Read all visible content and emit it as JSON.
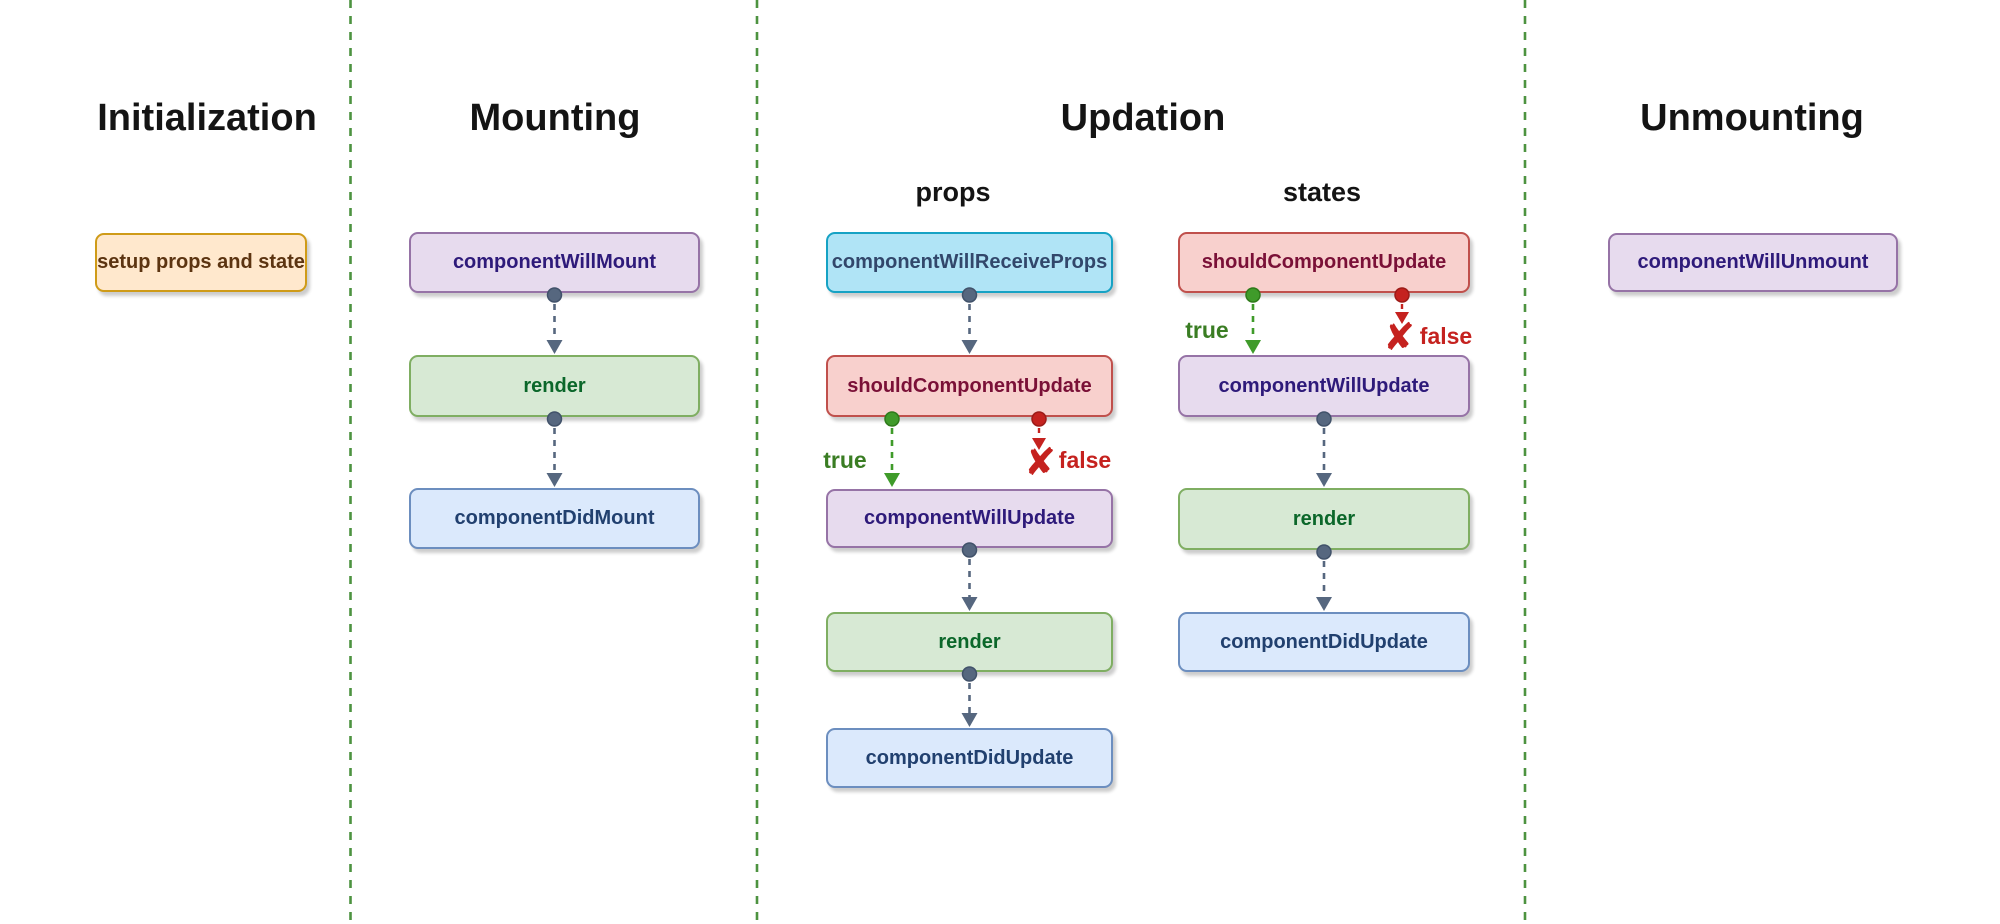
{
  "diagram": "React component lifecycle",
  "columns": [
    {
      "title": "Initialization",
      "boxes": [
        {
          "label": "setup props and state",
          "style": "orange"
        }
      ]
    },
    {
      "title": "Mounting",
      "boxes": [
        {
          "label": "componentWillMount",
          "style": "purple"
        },
        {
          "label": "render",
          "style": "green"
        },
        {
          "label": "componentDidMount",
          "style": "blue"
        }
      ]
    },
    {
      "title": "Updation",
      "subcolumns": [
        {
          "header": "props",
          "boxes": [
            {
              "label": "componentWillReceiveProps",
              "style": "cyan"
            },
            {
              "label": "shouldComponentUpdate",
              "style": "red"
            },
            {
              "label": "componentWillUpdate",
              "style": "purple"
            },
            {
              "label": "render",
              "style": "green"
            },
            {
              "label": "componentDidUpdate",
              "style": "blue"
            }
          ]
        },
        {
          "header": "states",
          "boxes": [
            {
              "label": "shouldComponentUpdate",
              "style": "red"
            },
            {
              "label": "componentWillUpdate",
              "style": "purple"
            },
            {
              "label": "render",
              "style": "green"
            },
            {
              "label": "componentDidUpdate",
              "style": "blue"
            }
          ]
        }
      ]
    },
    {
      "title": "Unmounting",
      "boxes": [
        {
          "label": "componentWillUnmount",
          "style": "purple"
        }
      ]
    }
  ],
  "branch_labels": {
    "true": "true",
    "false": "false"
  },
  "icons": {
    "false_marker_name": "x-cross-icon",
    "false_marker_glyph": "✘"
  },
  "colors": {
    "background": "#ffffff",
    "divider_green": "#4d9340",
    "title_text": "#141414",
    "connector_gray": "#56677f",
    "branch_true_green": "#3f9b2a",
    "branch_true_text": "#3a7d23",
    "branch_false_red": "#c5221f",
    "node_styles": {
      "orange": {
        "fill": "#ffe8cd",
        "border": "#cf9b18",
        "text": "#5c3411"
      },
      "purple": {
        "fill": "#e7dbee",
        "border": "#9673a6",
        "text": "#2e1a7a"
      },
      "green": {
        "fill": "#d7e9d4",
        "border": "#7fae62",
        "text": "#0b672a"
      },
      "blue": {
        "fill": "#dbe9fc",
        "border": "#6c8ebf",
        "text": "#21406f"
      },
      "cyan": {
        "fill": "#b0e4f6",
        "border": "#16a2c4",
        "text": "#32476b"
      },
      "red": {
        "fill": "#f8d0cd",
        "border": "#c0504c",
        "text": "#7a1037"
      }
    }
  }
}
